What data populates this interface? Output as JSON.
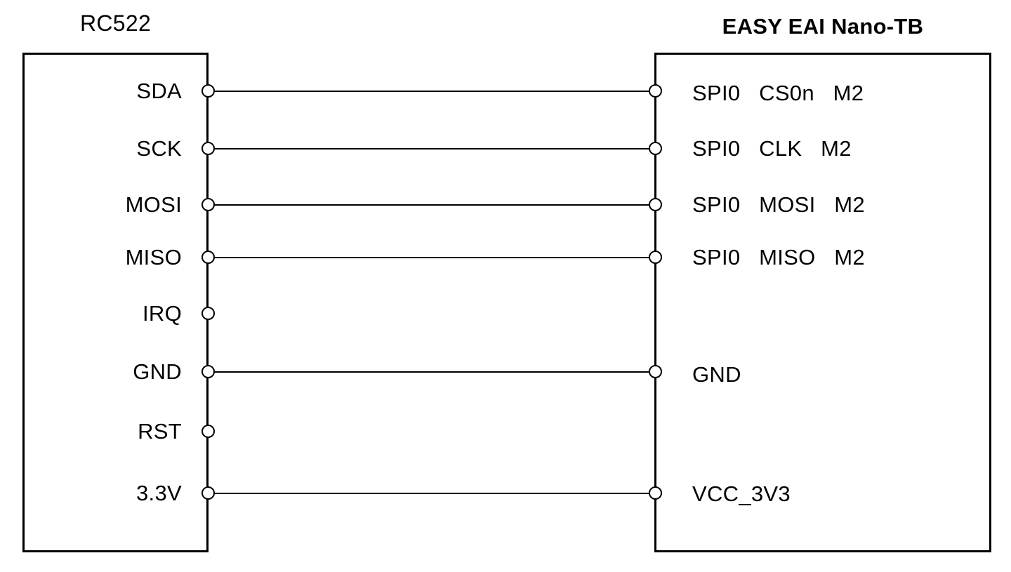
{
  "diagram": {
    "left_module": {
      "title": "RC522",
      "pins": [
        {
          "label": "SDA",
          "connected": true
        },
        {
          "label": "SCK",
          "connected": true
        },
        {
          "label": "MOSI",
          "connected": true
        },
        {
          "label": "MISO",
          "connected": true
        },
        {
          "label": "IRQ",
          "connected": false
        },
        {
          "label": "GND",
          "connected": true
        },
        {
          "label": "RST",
          "connected": false
        },
        {
          "label": "3.3V",
          "connected": true
        }
      ]
    },
    "right_module": {
      "title": "EASY EAI Nano-TB",
      "pins": [
        {
          "label": "SPI0   CS0n   M2",
          "connected": true
        },
        {
          "label": "SPI0   CLK   M2",
          "connected": true
        },
        {
          "label": "SPI0   MOSI   M2",
          "connected": true
        },
        {
          "label": "SPI0   MISO   M2",
          "connected": true
        },
        {
          "label": "GND",
          "connected": true
        },
        {
          "label": "VCC_3V3",
          "connected": true
        }
      ]
    },
    "connections": [
      {
        "from": "SDA",
        "to": "SPI0 CS0n M2"
      },
      {
        "from": "SCK",
        "to": "SPI0 CLK M2"
      },
      {
        "from": "MOSI",
        "to": "SPI0 MOSI M2"
      },
      {
        "from": "MISO",
        "to": "SPI0 MISO M2"
      },
      {
        "from": "GND",
        "to": "GND"
      },
      {
        "from": "3.3V",
        "to": "VCC_3V3"
      }
    ],
    "colors": {
      "line": "#000000",
      "background": "#ffffff",
      "text": "#000000"
    }
  }
}
